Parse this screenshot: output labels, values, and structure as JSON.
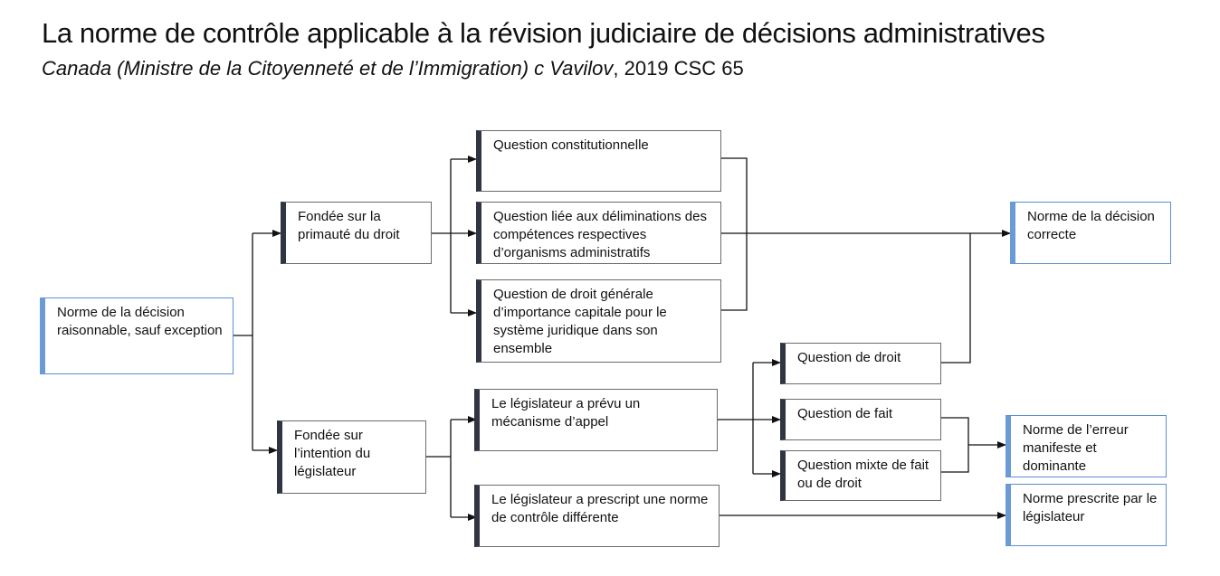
{
  "header": {
    "title": "La norme de contrôle applicable à la révision judiciaire de décisions administratives",
    "case_name": "Canada (Ministre de la Citoyenneté et de l’Immigration) c Vavilov",
    "citation": ", 2019 CSC 65"
  },
  "nodes": {
    "raisonnable": "Norme de la décision raisonnable, sauf exception",
    "primaute": "Fondée sur la primauté du droit",
    "intention": "Fondée sur l’intention du législateur",
    "constitutionnelle": "Question constitutionnelle",
    "delimitations": "Question liée aux déliminations des compétences respectives d’organisms administratifs",
    "droit_generale": "Question de droit générale d’importance capitale pour le système juridique dans son ensemble",
    "appel": "Le législateur a prévu un mécanisme d’appel",
    "prescript": "Le législateur a prescript une norme de contrôle différente",
    "q_droit": "Question de droit",
    "q_fait": "Question de fait",
    "q_mixte": "Question mixte de fait ou de droit",
    "correcte": "Norme de la décision correcte",
    "erreur": "Norme de l’erreur manifeste et dominante",
    "prescrite": "Norme prescrite par le législateur"
  },
  "colors": {
    "outcome_accent": "#6b9bd6",
    "category_accent": "#2f3542",
    "line": "#111111"
  }
}
